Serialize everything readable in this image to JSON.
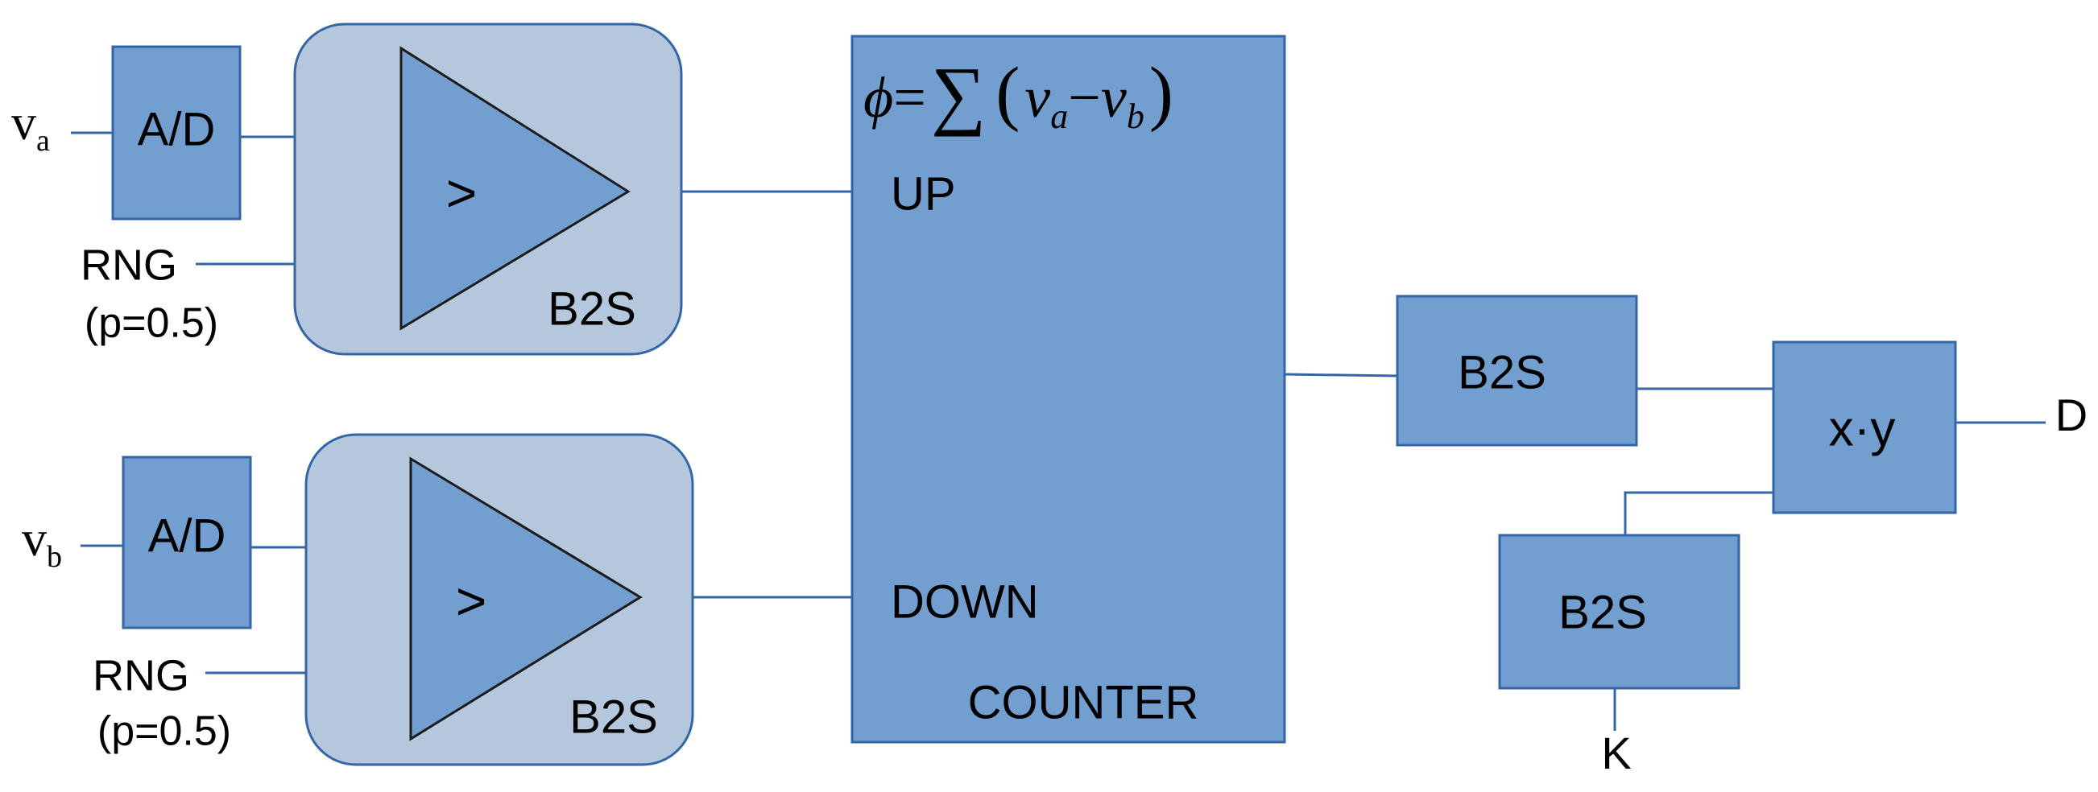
{
  "inputs": {
    "va": {
      "main": "v",
      "sub": "a"
    },
    "vb": {
      "main": "v",
      "sub": "b"
    }
  },
  "adc_label": "A/D",
  "comparator_symbol": ">",
  "b2s_label": "B2S",
  "rng": {
    "label": "RNG",
    "param": "(p=0.5)"
  },
  "counter": {
    "up_label": "UP",
    "down_label": "DOWN",
    "name": "COUNTER",
    "formula": {
      "phi": "ϕ",
      "eq": "=",
      "sum": "∑",
      "lparen": "(",
      "v1": "v",
      "v1_sub": "a",
      "minus": "−",
      "v2": "v",
      "v2_sub": "b",
      "rparen": ")"
    }
  },
  "multiplier_label": "x·y",
  "constant_input": "K",
  "output_label": "D",
  "colors": {
    "block_fill": "#729fcf",
    "group_fill": "#b4c7dc",
    "stroke": "#3465a4"
  }
}
